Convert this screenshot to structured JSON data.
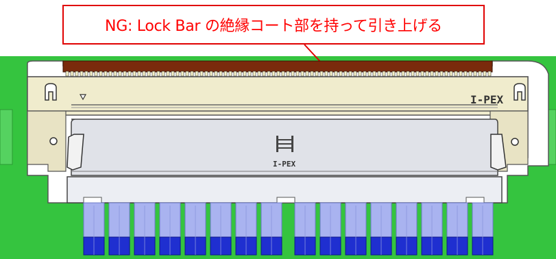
{
  "callout": {
    "text": "NG: Lock Bar の絶縁コート部を持って引き上げる"
  },
  "connector": {
    "brand_label": "I-PEX",
    "center_logo_text": "I-PEX",
    "colors": {
      "board": "#2fc23a",
      "lock_bar": "#7a2a0c",
      "housing": "#f0eccd",
      "cover": "#dfe2e8",
      "pin_light": "#a9b3f0",
      "pin_dark": "#1f2fd0",
      "callout_red": "#ff0000"
    }
  }
}
